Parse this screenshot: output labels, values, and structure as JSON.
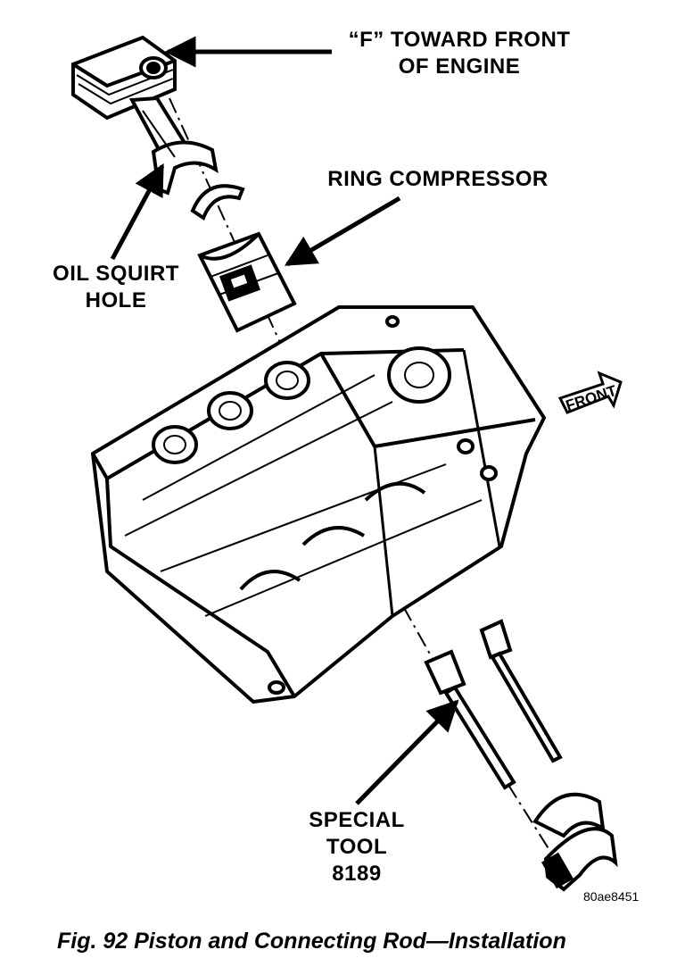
{
  "labels": {
    "f_front_line1": "“F” TOWARD FRONT",
    "f_front_line2": "OF ENGINE",
    "ring_compressor": "RING COMPRESSOR",
    "oil_squirt_line1": "OIL SQUIRT",
    "oil_squirt_line2": "HOLE",
    "front_arrow": "FRONT",
    "special_line1": "SPECIAL",
    "special_line2": "TOOL",
    "special_line3": "8189"
  },
  "figure_code": "80ae8451",
  "caption": "Fig. 92 Piston and Connecting Rod—Installation"
}
